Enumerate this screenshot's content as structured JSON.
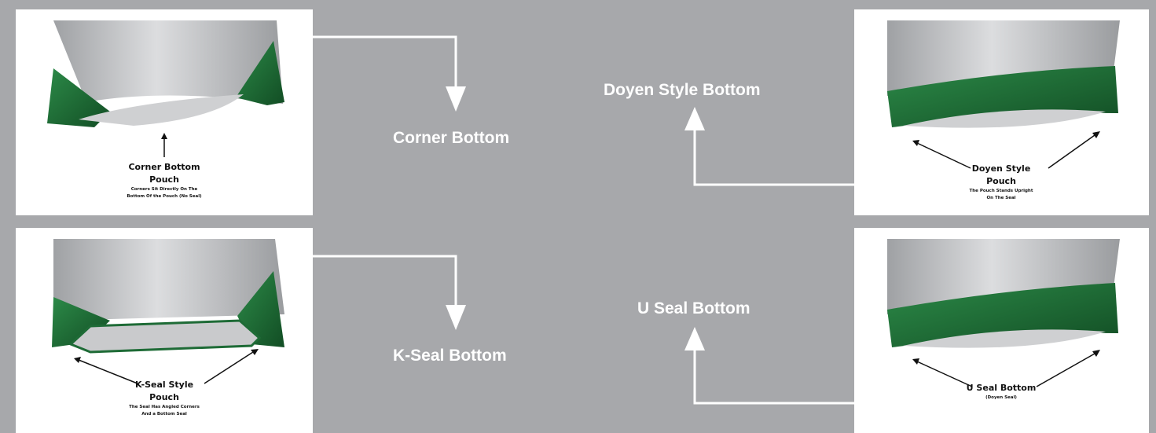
{
  "colors": {
    "background": "#a7a8ab",
    "panel": "#ffffff",
    "pouch_body": "#bcbec0",
    "seal_green": "#1e6b36",
    "connector": "#ffffff"
  },
  "labels": {
    "corner_bottom": "Corner Bottom",
    "k_seal_bottom": "K-Seal Bottom",
    "doyen_style_bottom": "Doyen Style Bottom",
    "u_seal_bottom": "U Seal Bottom"
  },
  "panels": {
    "corner": {
      "title_line1": "Corner Bottom",
      "title_line2": "Pouch",
      "note_line1": "Corners Sit Directly On The",
      "note_line2": "Bottom Of the Pouch (No Seal)"
    },
    "kseal": {
      "title_line1": "K-Seal Style",
      "title_line2": "Pouch",
      "note_line1": "The Seal Has Angled Corners",
      "note_line2": "And a Bottom Seal"
    },
    "doyen": {
      "title_line1": "Doyen Style",
      "title_line2": "Pouch",
      "note_line1": "The Pouch Stands Upright",
      "note_line2": "On The Seal"
    },
    "useal": {
      "title_line1": "U Seal Bottom",
      "note_line1": "(Doyen Seal)"
    }
  }
}
